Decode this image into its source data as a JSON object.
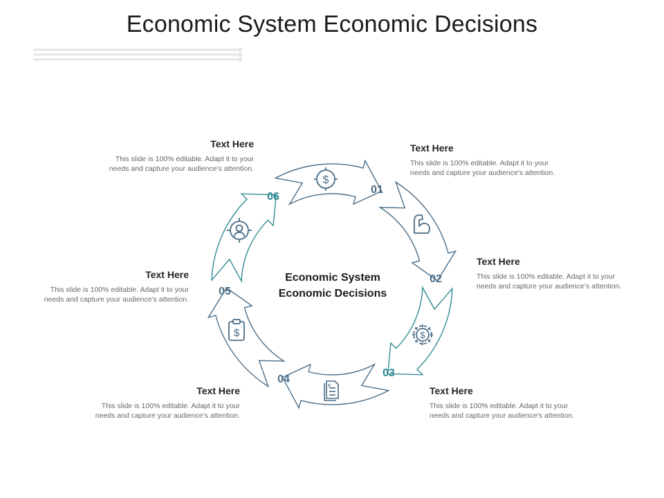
{
  "title": "Economic System Economic Decisions",
  "center_label": {
    "line1": "Economic System",
    "line2": "Economic Decisions"
  },
  "colors": {
    "ring_stroke_a": "#4a6d87",
    "ring_stroke_b": "#2f8a93",
    "number_a": "#4a6d87",
    "number_b": "#2f8a93",
    "icon": "#4a6d87",
    "heading": "#222222",
    "body": "#666666"
  },
  "segments": [
    {
      "number": "01",
      "icon": "dollar-circle-icon"
    },
    {
      "number": "02",
      "icon": "flexed-arm-icon"
    },
    {
      "number": "03",
      "icon": "dollar-gear-icon"
    },
    {
      "number": "04",
      "icon": "invoice-document-icon"
    },
    {
      "number": "05",
      "icon": "dollar-clipboard-icon"
    },
    {
      "number": "06",
      "icon": "target-person-icon"
    }
  ],
  "callouts": [
    {
      "heading": "Text Here",
      "body_line1": "This slide is 100% editable. Adapt it to your",
      "body_line2": "needs and capture your audience's attention."
    },
    {
      "heading": "Text Here",
      "body_line1": "This slide is 100% editable. Adapt it to your",
      "body_line2": "needs and capture your audience's attention."
    },
    {
      "heading": "Text Here",
      "body_line1": "This slide is 100% editable. Adapt it to your",
      "body_line2": "needs and capture your audience's attention."
    },
    {
      "heading": "Text Here",
      "body_line1": "This slide is 100% editable. Adapt it to your",
      "body_line2": "needs and capture your audience's attention."
    },
    {
      "heading": "Text Here",
      "body_line1": "This slide is 100% editable. Adapt it to your",
      "body_line2": "needs and capture your audience's attention."
    },
    {
      "heading": "Text Here",
      "body_line1": "This slide is 100% editable. Adapt it to your",
      "body_line2": "needs and capture your audience's attention."
    }
  ]
}
